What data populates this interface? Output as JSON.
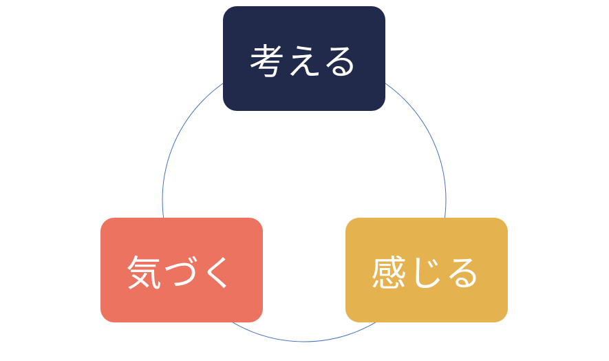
{
  "diagram": {
    "type": "cycle",
    "nodes": [
      {
        "id": "think",
        "label": "考える",
        "color": "#212a4b"
      },
      {
        "id": "feel",
        "label": "感じる",
        "color": "#e4b24f"
      },
      {
        "id": "notice",
        "label": "気づく",
        "color": "#ec7360"
      }
    ],
    "connector_color": "#4472c4"
  }
}
